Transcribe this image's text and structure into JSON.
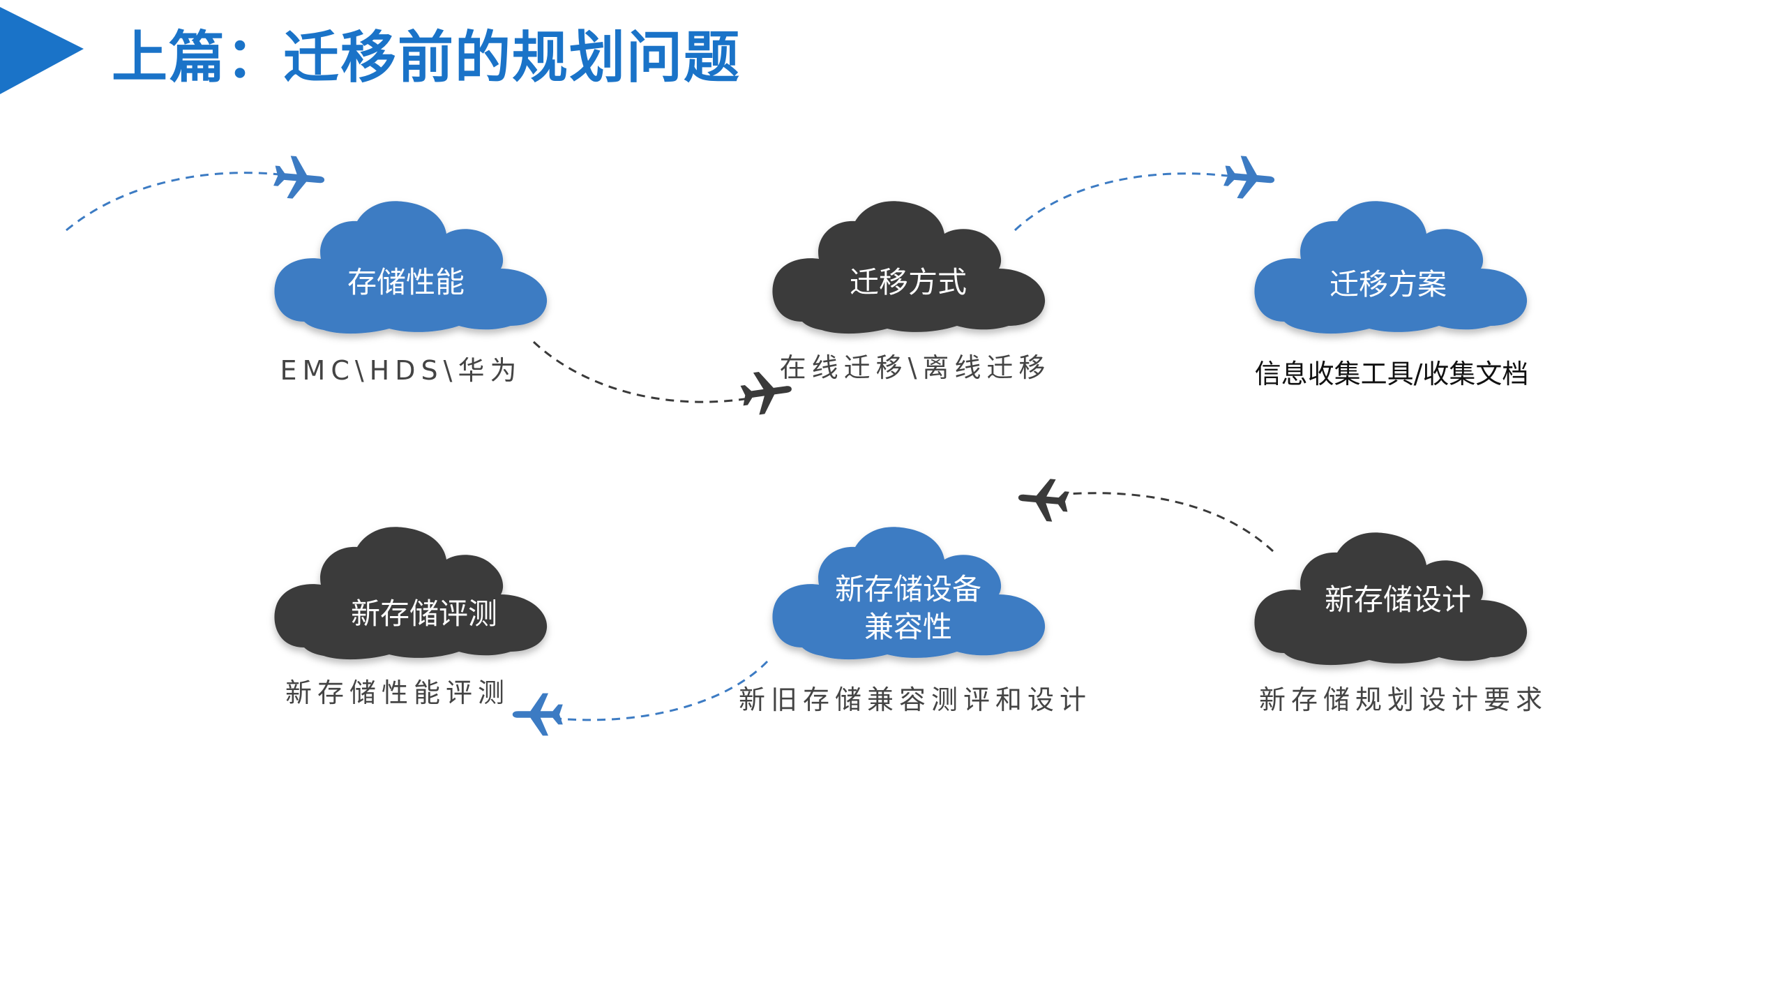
{
  "slide": {
    "title": "上篇：迁移前的规划问题"
  },
  "colors": {
    "accent_blue": "#3c7bc3",
    "dark_gray": "#3a3a3a",
    "title_blue": "#1a73c8"
  },
  "nodes": [
    {
      "id": "storage-performance",
      "label": "存储性能",
      "caption": "EMC\\HDS\\华为",
      "color": "blue"
    },
    {
      "id": "migration-method",
      "label": "迁移方式",
      "caption": "在线迁移\\离线迁移",
      "color": "dark"
    },
    {
      "id": "migration-plan",
      "label": "迁移方案",
      "caption": "信息收集工具/收集文档",
      "color": "blue"
    },
    {
      "id": "new-storage-eval",
      "label": "新存储评测",
      "caption": "新存储性能评测",
      "color": "dark"
    },
    {
      "id": "compatibility",
      "label_line1": "新存储设备",
      "label_line2": "兼容性",
      "caption": "新旧存储兼容测评和设计",
      "color": "blue"
    },
    {
      "id": "new-storage-design",
      "label": "新存储设计",
      "caption": "新存储规划设计要求",
      "color": "dark"
    }
  ],
  "icons": [
    "play-triangle-icon",
    "airplane-icon"
  ]
}
